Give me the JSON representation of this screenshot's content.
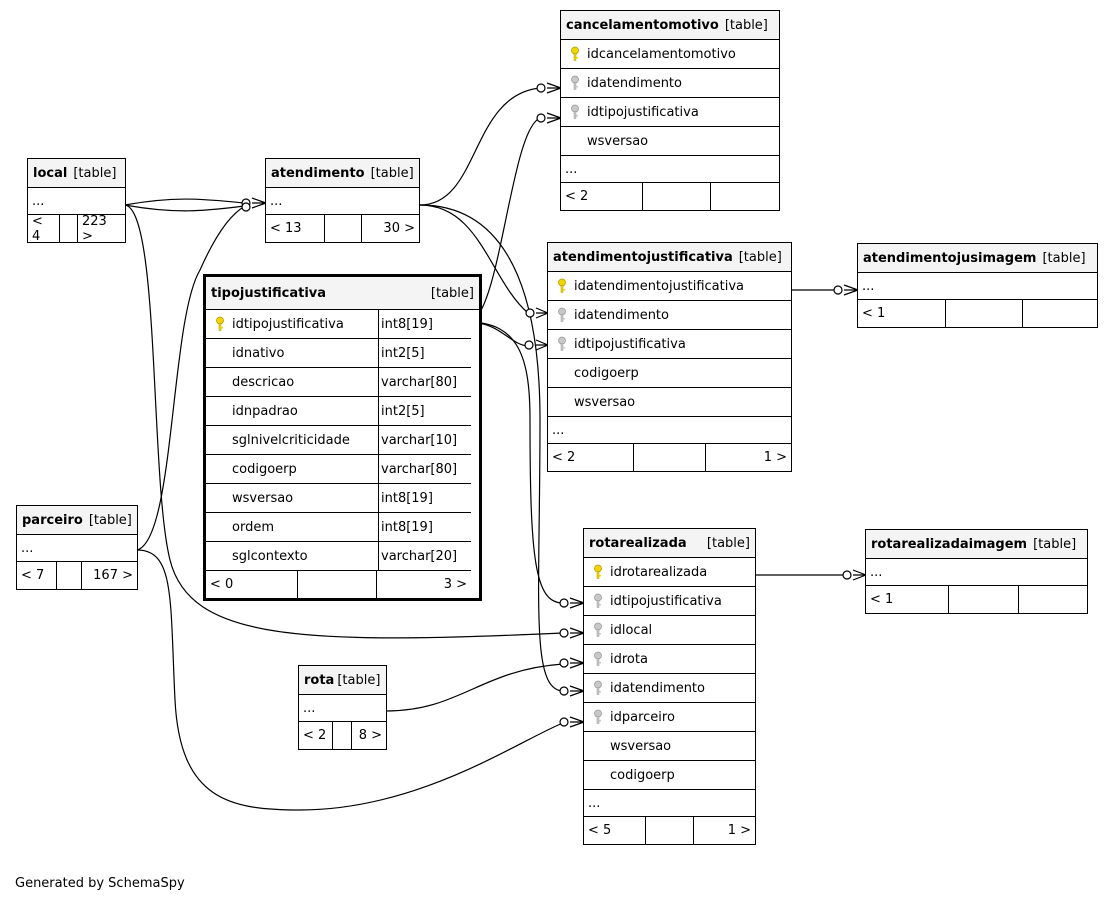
{
  "tables": {
    "local": {
      "name": "local",
      "tag": "[table]",
      "ellipsis": "...",
      "parents": "< 4",
      "children": "223 >"
    },
    "atendimento": {
      "name": "atendimento",
      "tag": "[table]",
      "ellipsis": "...",
      "parents": "< 13",
      "children": "30 >"
    },
    "cancelamentomotivo": {
      "name": "cancelamentomotivo",
      "tag": "[table]",
      "columns": [
        {
          "name": "idcancelamentomotivo"
        },
        {
          "name": "idatendimento"
        },
        {
          "name": "idtipojustificativa"
        },
        {
          "name": "wsversao"
        }
      ],
      "ellipsis": "...",
      "parents": "< 2",
      "children": ""
    },
    "tipojustificativa": {
      "name": "tipojustificativa",
      "tag": "[table]",
      "columns": [
        {
          "name": "idtipojustificativa",
          "type": "int8[19]"
        },
        {
          "name": "idnativo",
          "type": "int2[5]"
        },
        {
          "name": "descricao",
          "type": "varchar[80]"
        },
        {
          "name": "idnpadrao",
          "type": "int2[5]"
        },
        {
          "name": "sglnivelcriticidade",
          "type": "varchar[10]"
        },
        {
          "name": "codigoerp",
          "type": "varchar[80]"
        },
        {
          "name": "wsversao",
          "type": "int8[19]"
        },
        {
          "name": "ordem",
          "type": "int8[19]"
        },
        {
          "name": "sglcontexto",
          "type": "varchar[20]"
        }
      ],
      "parents": "< 0",
      "children": "3 >"
    },
    "atendimentojustificativa": {
      "name": "atendimentojustificativa",
      "tag": "[table]",
      "columns": [
        {
          "name": "idatendimentojustificativa"
        },
        {
          "name": "idatendimento"
        },
        {
          "name": "idtipojustificativa"
        },
        {
          "name": "codigoerp"
        },
        {
          "name": "wsversao"
        }
      ],
      "ellipsis": "...",
      "parents": "< 2",
      "children": "1 >"
    },
    "atendimentojusimagem": {
      "name": "atendimentojusimagem",
      "tag": "[table]",
      "ellipsis": "...",
      "parents": "< 1",
      "children": ""
    },
    "parceiro": {
      "name": "parceiro",
      "tag": "[table]",
      "ellipsis": "...",
      "parents": "< 7",
      "children": "167 >"
    },
    "rota": {
      "name": "rota",
      "tag": "[table]",
      "ellipsis": "...",
      "parents": "< 2",
      "children": "8 >"
    },
    "rotarealizada": {
      "name": "rotarealizada",
      "tag": "[table]",
      "columns": [
        {
          "name": "idrotarealizada"
        },
        {
          "name": "idtipojustificativa"
        },
        {
          "name": "idlocal"
        },
        {
          "name": "idrota"
        },
        {
          "name": "idatendimento"
        },
        {
          "name": "idparceiro"
        },
        {
          "name": "wsversao"
        },
        {
          "name": "codigoerp"
        }
      ],
      "ellipsis": "...",
      "parents": "< 5",
      "children": "1 >"
    },
    "rotarealizadaimagem": {
      "name": "rotarealizadaimagem",
      "tag": "[table]",
      "ellipsis": "...",
      "parents": "< 1",
      "children": ""
    }
  },
  "footer": {
    "generated_by": "Generated by SchemaSpy"
  },
  "colors": {
    "primary_key": "#f2d500",
    "foreign_key": "#b5b5b5",
    "header_bg": "#f4f4f4",
    "line": "#000000"
  }
}
